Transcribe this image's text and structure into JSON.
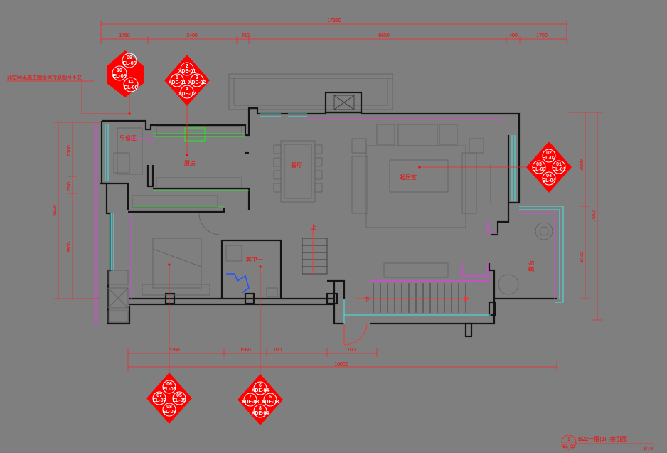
{
  "drawing": {
    "overall_width_top": "17350",
    "top_segments": [
      "1750",
      "3400",
      "450",
      "9650",
      "400",
      "1700"
    ],
    "overall_width_bottom": "16000",
    "bottom_segments": [
      "5360",
      "1960",
      "100",
      "1700"
    ],
    "left_total": "6500",
    "left_segments": [
      "2100",
      "500",
      "3900"
    ],
    "right_total": "7550",
    "right_segments": [
      "3600",
      "3700"
    ]
  },
  "note": "此空间无施工图纸保持原图号不变",
  "rooms": {
    "kitchen_storage": "早餐区",
    "kitchen": "厨房",
    "dining": "餐厅",
    "living": "起居室",
    "bathroom": "客卫一",
    "terrace": "露台",
    "stair_up": "上",
    "stair_down": "下"
  },
  "tags": [
    {
      "id": "tag-top-left",
      "items": [
        "09",
        "EL-06",
        "10",
        "EL-08",
        "11",
        "EL-08"
      ]
    },
    {
      "id": "tag-top-mid",
      "items": [
        "2",
        "XDE-01",
        "1",
        "XDE-01",
        "3",
        "XDE-02",
        "4",
        "XDE-02"
      ]
    },
    {
      "id": "tag-right",
      "items": [
        "02",
        "EL-02",
        "03",
        "EL-03",
        "01",
        "EL-01",
        "04",
        "EL-04"
      ]
    },
    {
      "id": "tag-bottom-left",
      "items": [
        "06",
        "EL-06",
        "07",
        "EL-07",
        "05",
        "EL-05",
        "08",
        "EL-08"
      ]
    },
    {
      "id": "tag-bottom-mid",
      "items": [
        "6",
        "XDE-04",
        "7",
        "XDE-03",
        "5",
        "XDE-03",
        "8",
        "XDE-04"
      ]
    }
  ],
  "title_block": {
    "number": "1",
    "sheet": "EL-00",
    "title": "B22一层(1F)索引图",
    "scale": "1/70"
  }
}
